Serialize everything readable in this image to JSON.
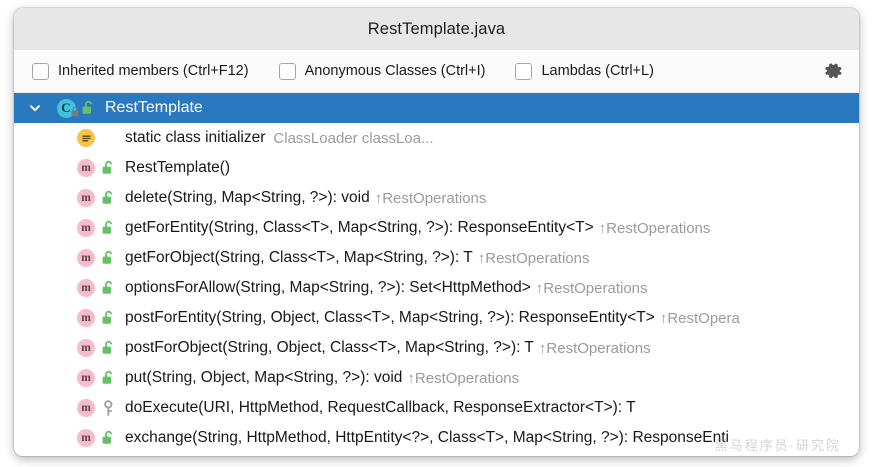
{
  "window": {
    "title": "RestTemplate.java"
  },
  "toolbar": {
    "checkboxes": [
      {
        "label": "Inherited members (Ctrl+F12)",
        "checked": false
      },
      {
        "label": "Anonymous Classes (Ctrl+I)",
        "checked": false
      },
      {
        "label": "Lambdas (Ctrl+L)",
        "checked": false
      }
    ],
    "settings_icon": "gear-icon"
  },
  "colors": {
    "selection": "#2a79bf",
    "titlebar": "#e8e7e7",
    "toolbar": "#fbfbfb",
    "method_badge": "#f5bccb",
    "class_badge": "#3fc3de",
    "initializer_badge": "#f3c54a",
    "public_lock": "#65c166",
    "protected_key": "#9e9e9e",
    "muted_text": "#9b9b9b"
  },
  "structure_view": {
    "rows": [
      {
        "kind": "class",
        "kind_icon": "class-icon",
        "visibility": "public",
        "visibility_icon": "unlock-icon",
        "label": "RestTemplate",
        "detail": "",
        "inherited_from": "",
        "selected": true,
        "expanded": true,
        "indent": 0
      },
      {
        "kind": "initializer",
        "kind_icon": "static-initializer-icon",
        "visibility": "none",
        "visibility_icon": "",
        "label": "static class initializer",
        "detail": "ClassLoader classLoa...",
        "inherited_from": "",
        "selected": false,
        "indent": 1
      },
      {
        "kind": "method",
        "kind_icon": "method-icon",
        "visibility": "public",
        "visibility_icon": "unlock-icon",
        "label": "RestTemplate()",
        "detail": "",
        "inherited_from": "",
        "selected": false,
        "indent": 1
      },
      {
        "kind": "method",
        "kind_icon": "method-icon",
        "visibility": "public",
        "visibility_icon": "unlock-icon",
        "label": "delete(String, Map<String, ?>): void",
        "detail": "",
        "inherited_from": "↑RestOperations",
        "selected": false,
        "indent": 1
      },
      {
        "kind": "method",
        "kind_icon": "method-icon",
        "visibility": "public",
        "visibility_icon": "unlock-icon",
        "label": "getForEntity(String, Class<T>, Map<String, ?>): ResponseEntity<T>",
        "detail": "",
        "inherited_from": "↑RestOperations",
        "selected": false,
        "indent": 1
      },
      {
        "kind": "method",
        "kind_icon": "method-icon",
        "visibility": "public",
        "visibility_icon": "unlock-icon",
        "label": "getForObject(String, Class<T>, Map<String, ?>): T",
        "detail": "",
        "inherited_from": "↑RestOperations",
        "selected": false,
        "indent": 1
      },
      {
        "kind": "method",
        "kind_icon": "method-icon",
        "visibility": "public",
        "visibility_icon": "unlock-icon",
        "label": "optionsForAllow(String, Map<String, ?>): Set<HttpMethod>",
        "detail": "",
        "inherited_from": "↑RestOperations",
        "selected": false,
        "indent": 1
      },
      {
        "kind": "method",
        "kind_icon": "method-icon",
        "visibility": "public",
        "visibility_icon": "unlock-icon",
        "label": "postForEntity(String, Object, Class<T>, Map<String, ?>): ResponseEntity<T>",
        "detail": "",
        "inherited_from": "↑RestOpera",
        "selected": false,
        "indent": 1
      },
      {
        "kind": "method",
        "kind_icon": "method-icon",
        "visibility": "public",
        "visibility_icon": "unlock-icon",
        "label": "postForObject(String, Object, Class<T>, Map<String, ?>): T",
        "detail": "",
        "inherited_from": "↑RestOperations",
        "selected": false,
        "indent": 1
      },
      {
        "kind": "method",
        "kind_icon": "method-icon",
        "visibility": "public",
        "visibility_icon": "unlock-icon",
        "label": "put(String, Object, Map<String, ?>): void",
        "detail": "",
        "inherited_from": "↑RestOperations",
        "selected": false,
        "indent": 1
      },
      {
        "kind": "method",
        "kind_icon": "method-icon",
        "visibility": "protected",
        "visibility_icon": "key-icon",
        "label": "doExecute(URI, HttpMethod, RequestCallback, ResponseExtractor<T>): T",
        "detail": "",
        "inherited_from": "",
        "selected": false,
        "indent": 1
      },
      {
        "kind": "method",
        "kind_icon": "method-icon",
        "visibility": "public",
        "visibility_icon": "unlock-icon",
        "label": "exchange(String, HttpMethod, HttpEntity<?>, Class<T>, Map<String, ?>): ResponseEnti",
        "detail": "",
        "inherited_from": "",
        "selected": false,
        "indent": 1
      }
    ]
  }
}
